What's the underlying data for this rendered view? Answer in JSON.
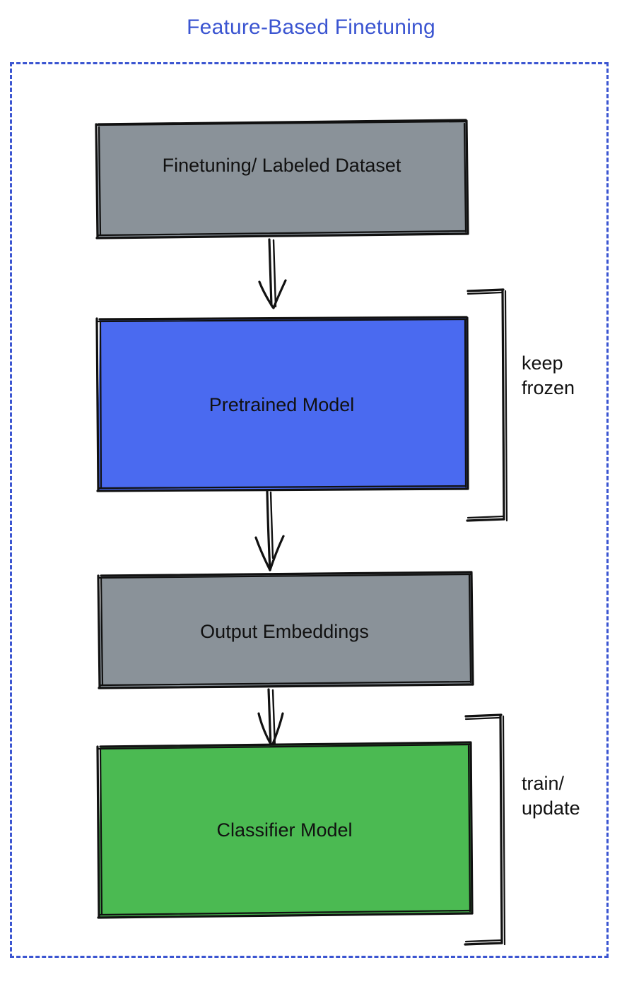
{
  "title": "Feature-Based Finetuning",
  "colors": {
    "title": "#3b55d1",
    "frame_border": "#3b55d1",
    "gray_box": "#8a9299",
    "blue_box": "#4a6af0",
    "green_box": "#4bba52",
    "stroke": "#111111",
    "background": "#ffffff"
  },
  "nodes": [
    {
      "id": "dataset",
      "label": "Finetuning/ Labeled Dataset",
      "fill": "#8a9299"
    },
    {
      "id": "pretrained",
      "label": "Pretrained Model",
      "fill": "#4a6af0"
    },
    {
      "id": "embeddings",
      "label": "Output Embeddings",
      "fill": "#8a9299"
    },
    {
      "id": "classifier",
      "label": "Classifier Model",
      "fill": "#4bba52"
    }
  ],
  "annotations": [
    {
      "id": "keep-frozen",
      "label": "keep\nfrozen",
      "targets": "pretrained"
    },
    {
      "id": "train-update",
      "label": "train/\nupdate",
      "targets": "classifier"
    }
  ],
  "edges": [
    {
      "from": "dataset",
      "to": "pretrained"
    },
    {
      "from": "pretrained",
      "to": "embeddings"
    },
    {
      "from": "embeddings",
      "to": "classifier"
    }
  ]
}
